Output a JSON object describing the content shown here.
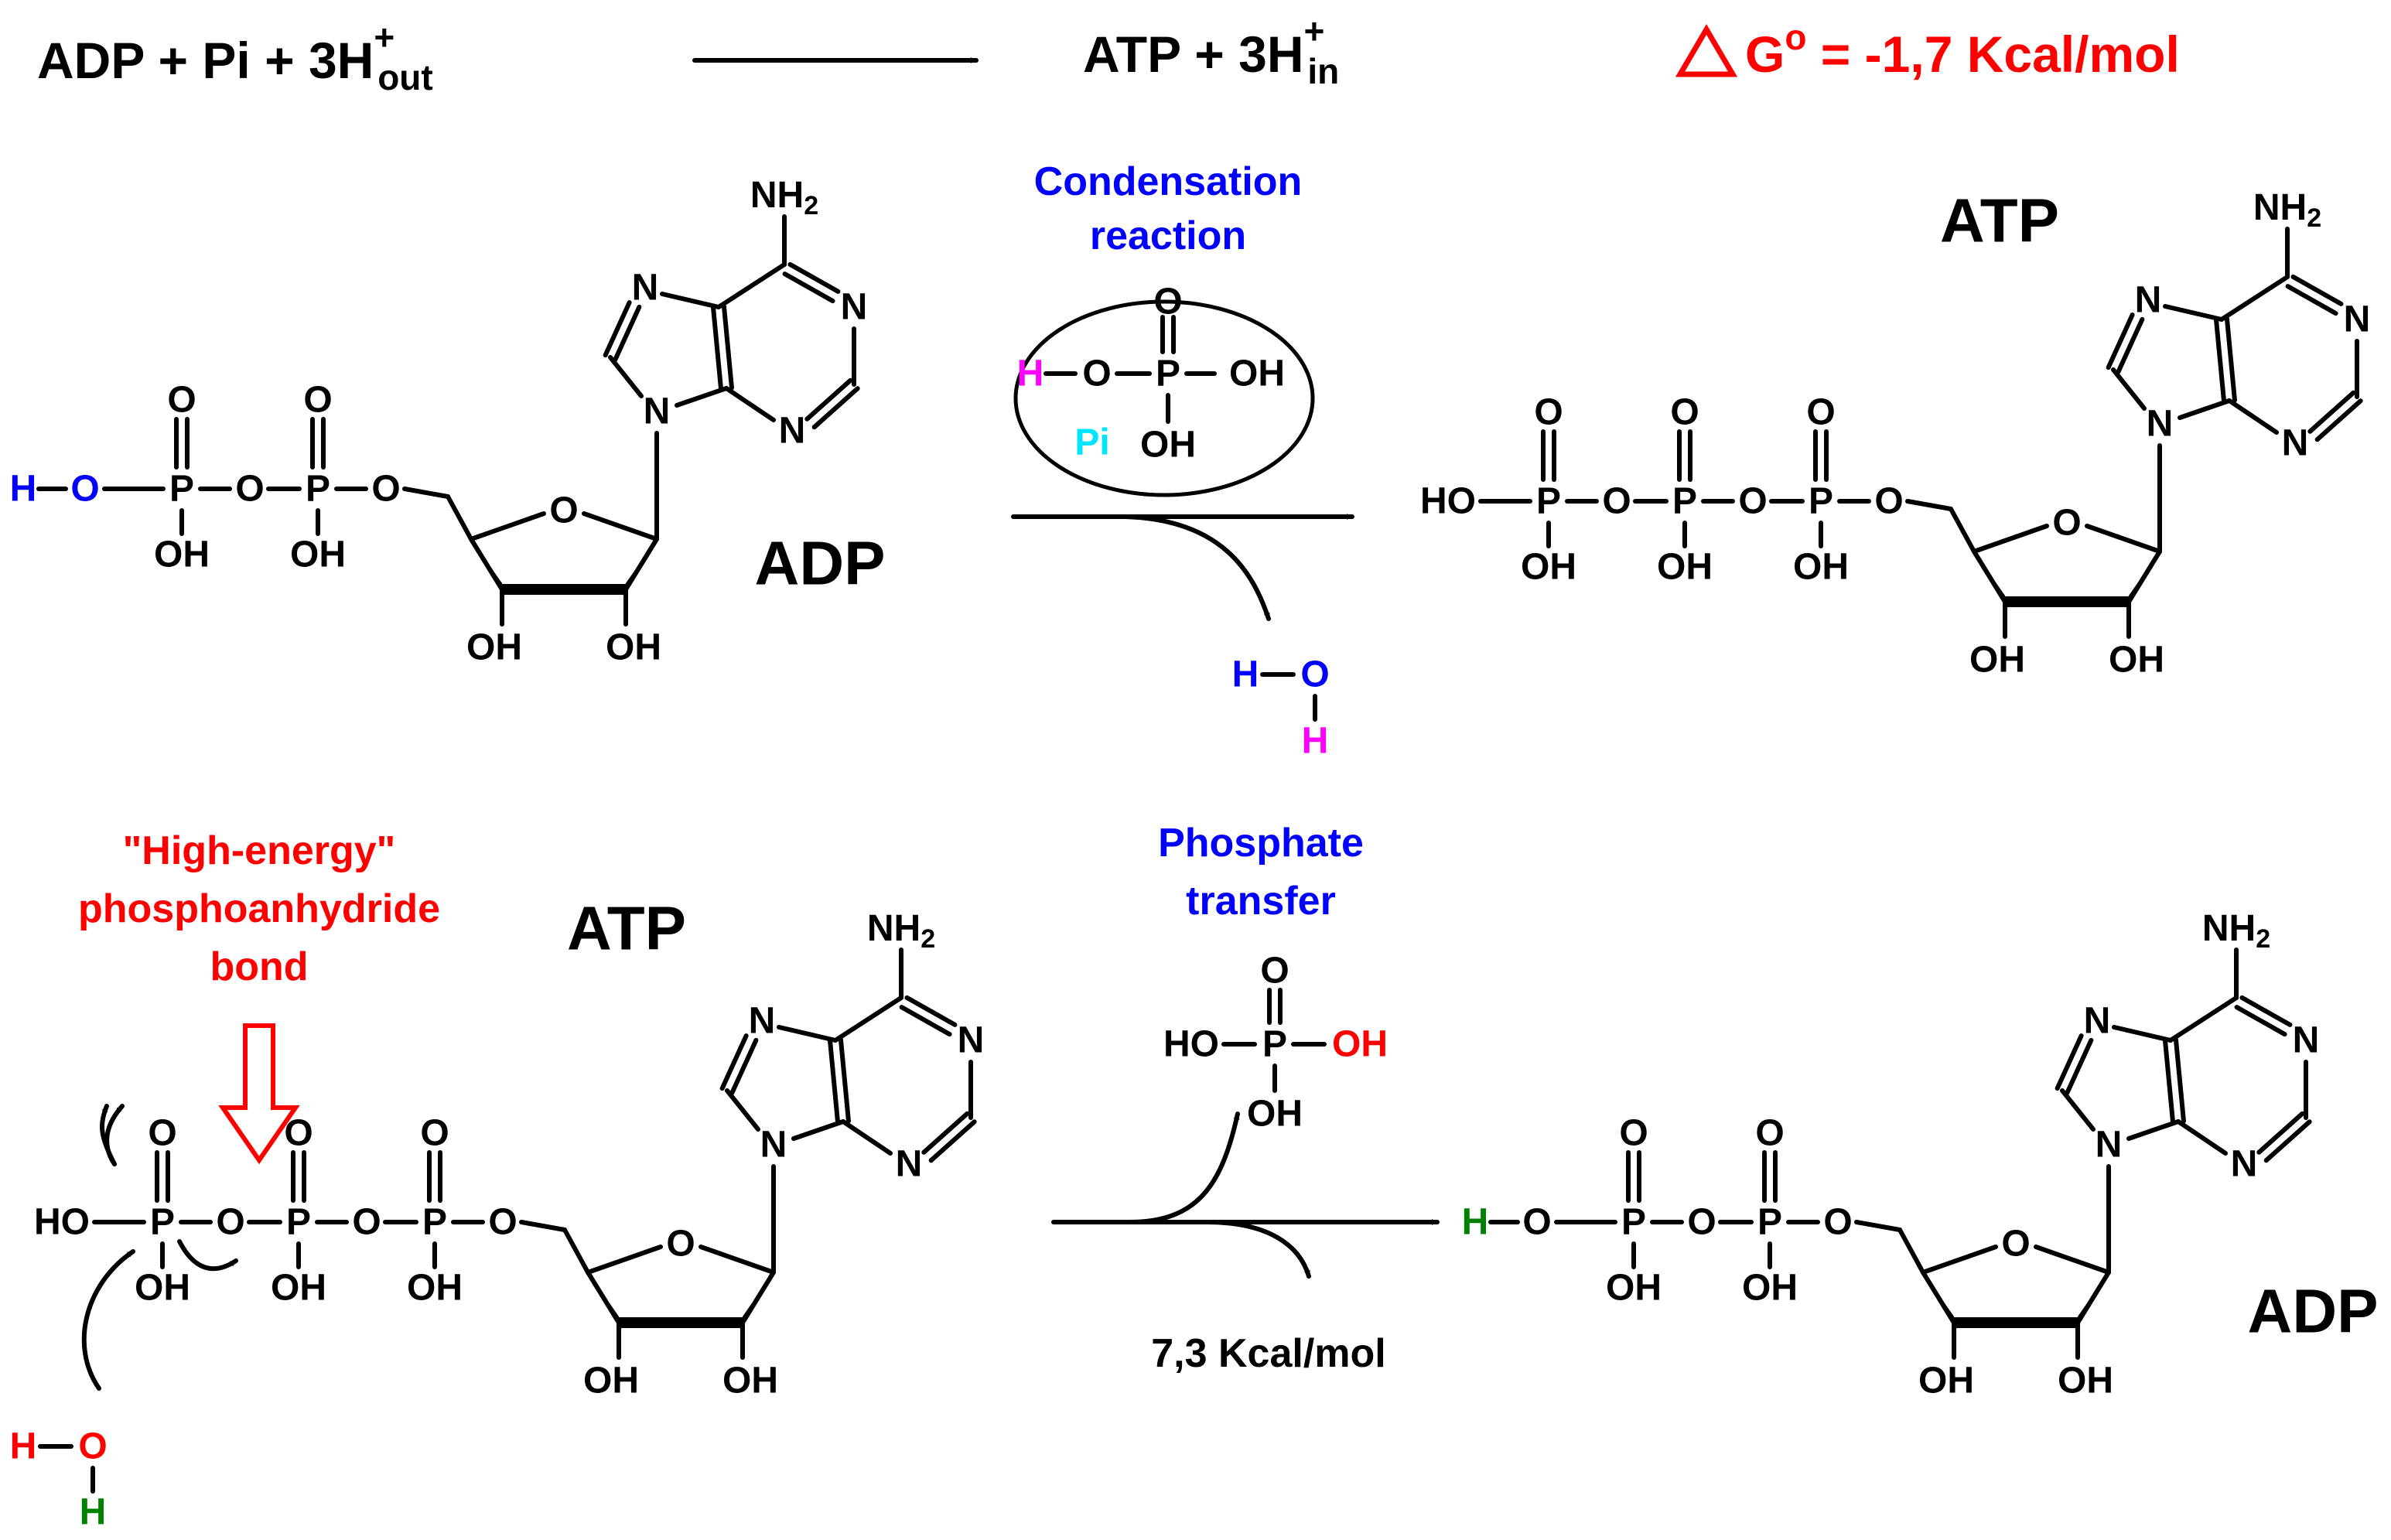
{
  "colors": {
    "black": "#000000",
    "red": "#ff0000",
    "blue": "#0000ff",
    "magenta": "#ff00ff",
    "cyan": "#00e5ff",
    "green": "#008000"
  },
  "equation": {
    "left": "ADP + Pi + 3H",
    "left_sup": "+",
    "left_sub": "out",
    "right": "ATP + 3H",
    "right_sup": "+",
    "right_sub": "in",
    "delta_symbol": "triangle-icon",
    "dg_letter": "G",
    "dg_sup": "o",
    "dg_value": " = -1,7 Kcal/mol"
  },
  "top": {
    "reactant_label": "ADP",
    "product_label": "ATP",
    "process": [
      "Condensation",
      "reaction"
    ],
    "pi_label": "Pi",
    "water": {
      "h1": "H",
      "o": "O",
      "h2": "H"
    },
    "pi_h": "H"
  },
  "bottom": {
    "reactant_label": "ATP",
    "product_label": "ADP",
    "bond_note": [
      "\"High-energy\"",
      "phosphoanhydride",
      "bond"
    ],
    "process": [
      "Phosphate",
      "transfer"
    ],
    "energy": "7,3 Kcal/mol",
    "water": {
      "h1": "H",
      "o": "O",
      "h2": "H"
    },
    "adp_h": "H"
  },
  "atoms": {
    "P": "P",
    "O": "O",
    "OH": "OH",
    "HO": "HO",
    "N": "N",
    "NH": "NH",
    "sub2": "2"
  }
}
